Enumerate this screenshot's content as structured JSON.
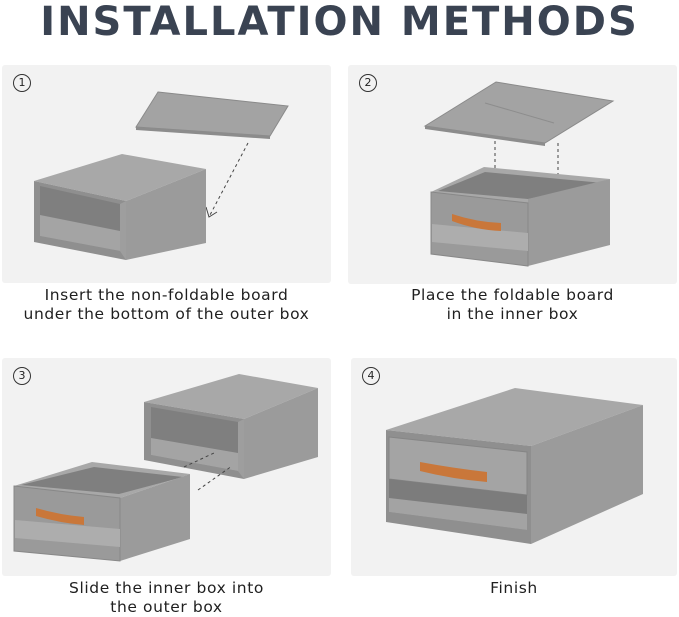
{
  "title": "INSTALLATION METHODS",
  "steps": [
    {
      "number": "1",
      "caption_line1": "Insert the non-foldable board",
      "caption_line2": "under the bottom of the outer box"
    },
    {
      "number": "2",
      "caption_line1": "Place the foldable board",
      "caption_line2": "in the inner box"
    },
    {
      "number": "3",
      "caption_line1": "Slide the inner box into",
      "caption_line2": "the outer box"
    },
    {
      "number": "4",
      "caption_line1": "Finish",
      "caption_line2": ""
    }
  ],
  "colors": {
    "title": "#3a4352",
    "panel_background": "#f2f2f2",
    "box_gray": "#9a9a9a",
    "handle": "#c9773a"
  },
  "icons": [
    "step-number-badge",
    "outer-box-illustration",
    "board-illustration",
    "inner-box-illustration",
    "leather-handle",
    "dashed-arrow"
  ]
}
